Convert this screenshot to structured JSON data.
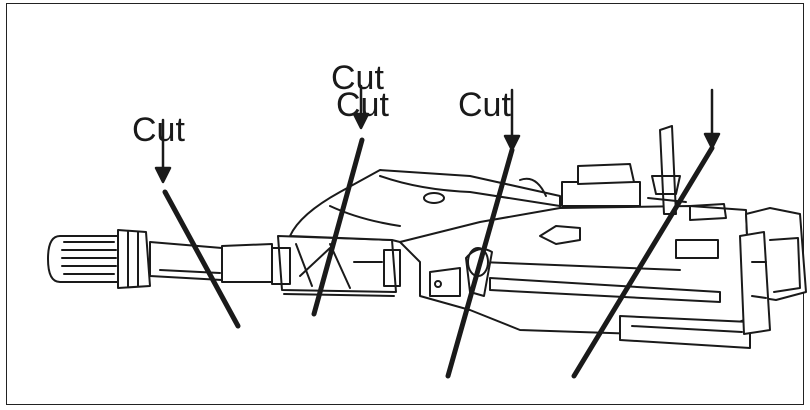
{
  "colors": {
    "ink": "#1a1a1a",
    "background": "#ffffff"
  },
  "cut_labels": [
    "Cut",
    "Cut",
    "Cut",
    "Cut"
  ]
}
